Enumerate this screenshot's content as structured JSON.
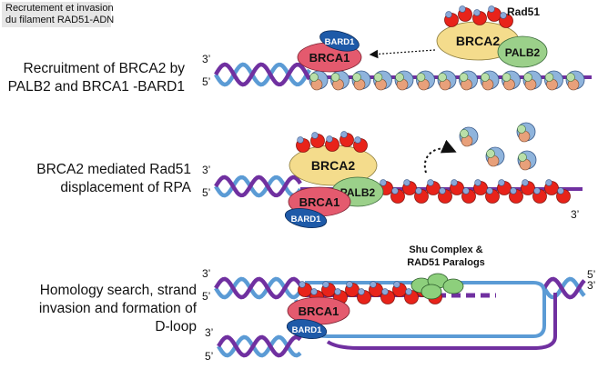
{
  "header": {
    "title_line1": "Recrutement et invasion",
    "title_line2": "du filament RAD51-ADN"
  },
  "steps": [
    {
      "line1": "Recruitment of BRCA2 by",
      "line2": "PALB2 and  BRCA1 -BARD1",
      "line3": ""
    },
    {
      "line1": "BRCA2 mediated Rad51",
      "line2": "displacement  of RPA",
      "line3": ""
    },
    {
      "line1": "Homology search, strand",
      "line2": "invasion and formation of",
      "line3": "D-loop"
    }
  ],
  "labels": {
    "rad51": "Rad51",
    "brca2": "BRCA2",
    "palb2": "PALB2",
    "brca1": "BRCA1",
    "bard1": "BARD1",
    "shu_line1": "Shu Complex &",
    "shu_line2": "RAD51 Paralogs",
    "end_3": "3’",
    "end_5": "5’"
  },
  "colors": {
    "dna_blue": "#5b9bd5",
    "dna_purple": "#7030a0",
    "rad51_red": "#e8231a",
    "rad51_dot": "#8aa8d8",
    "brca2_fill": "#f4dc8c",
    "palb2_fill": "#9bd08a",
    "brca1_fill": "#e45a6e",
    "bard1_fill": "#1e5aa8",
    "rpa_blue": "#8fb4dc",
    "rpa_orange": "#e8a07a",
    "rpa_green": "#b9dfa8",
    "shu_green": "#8dcf7c"
  }
}
